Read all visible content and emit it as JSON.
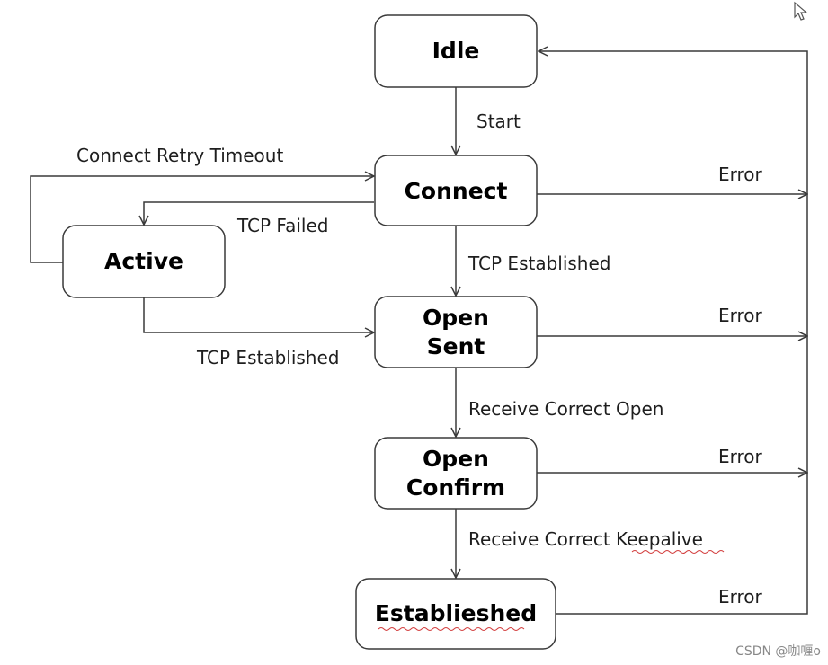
{
  "states": {
    "idle": "Idle",
    "connect": "Connect",
    "active": "Active",
    "open_sent": [
      "Open",
      "Sent"
    ],
    "open_confirm": [
      "Open",
      "Confirm"
    ],
    "established": "Establieshed"
  },
  "transitions": {
    "start": "Start",
    "connect_retry_timeout": "Connect Retry Timeout",
    "tcp_failed": "TCP Failed",
    "tcp_established_connect": "TCP Established",
    "tcp_established_active": "TCP Established",
    "receive_correct_open": "Receive Correct Open",
    "receive_correct_keepalive": "Receive Correct Keepalive",
    "error_connect": "Error",
    "error_open_sent": "Error",
    "error_open_confirm": "Error",
    "error_established": "Error"
  },
  "watermark": "CSDN @咖喱o",
  "icons": {
    "cursor": "mouse-pointer-icon"
  }
}
